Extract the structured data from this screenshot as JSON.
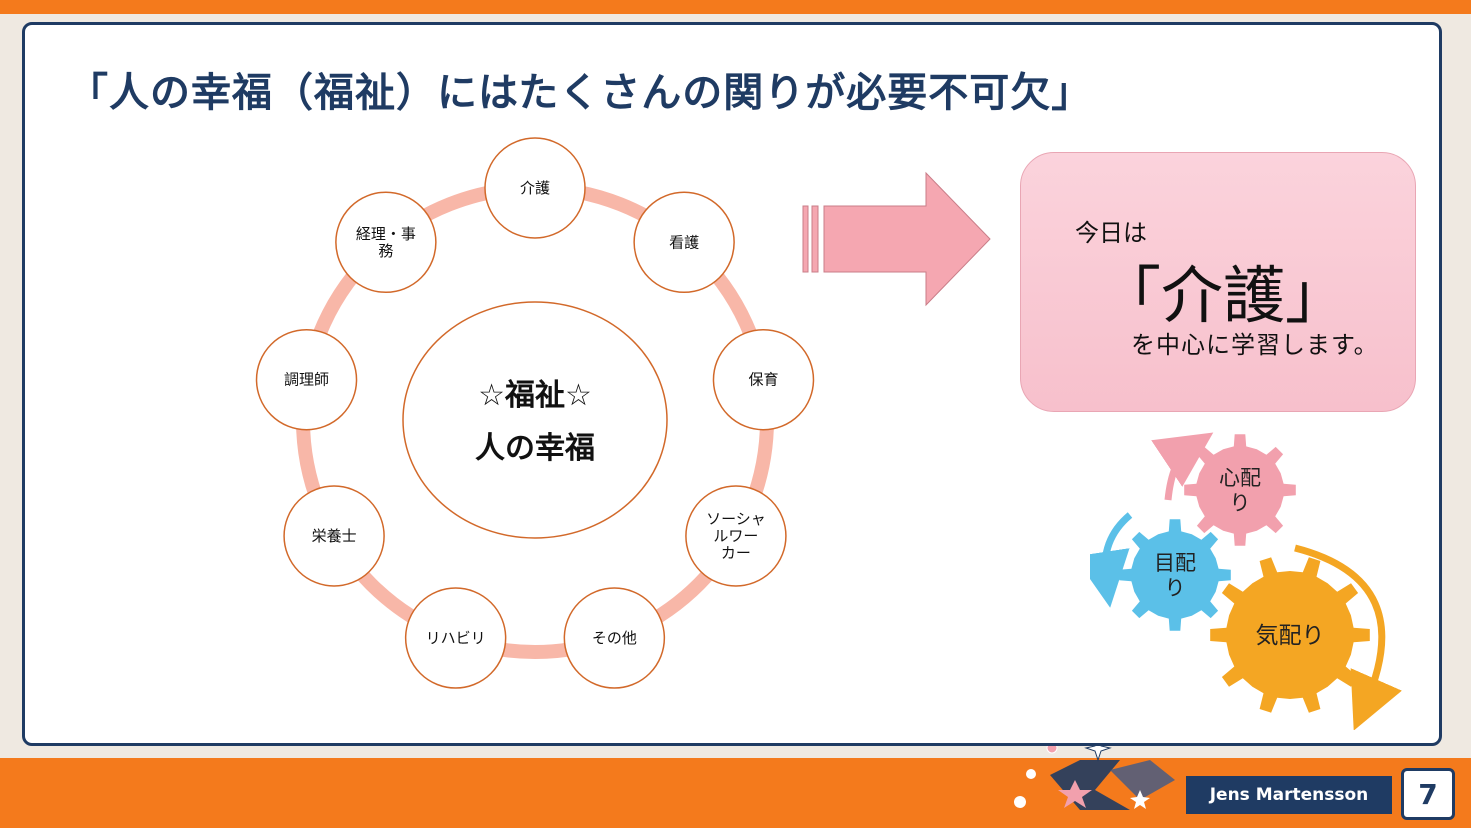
{
  "slide": {
    "title": "「人の幸福（福祉）にはたくさんの関りが必要不可欠」",
    "page_number": "7",
    "presenter": "Jens Martensson"
  },
  "diagram": {
    "center": {
      "line1": "☆福祉☆",
      "line2": "人の幸福"
    },
    "nodes": [
      {
        "lines": [
          "介護"
        ]
      },
      {
        "lines": [
          "看護"
        ]
      },
      {
        "lines": [
          "保育"
        ]
      },
      {
        "lines": [
          "ソーシャ",
          "ルワー",
          "カー"
        ]
      },
      {
        "lines": [
          "その他"
        ]
      },
      {
        "lines": [
          "リハビリ"
        ]
      },
      {
        "lines": [
          "栄養士"
        ]
      },
      {
        "lines": [
          "調理師"
        ]
      },
      {
        "lines": [
          "経理・事",
          "務"
        ]
      }
    ]
  },
  "callout": {
    "today": "今日は",
    "main": "「介護」",
    "rest": "を中心に学習します。"
  },
  "gears": [
    {
      "lines": [
        "心配",
        "り"
      ],
      "color": "#f2a0ad"
    },
    {
      "lines": [
        "目配",
        "り"
      ],
      "color": "#5bc0e8"
    },
    {
      "lines": [
        "気配り"
      ],
      "color": "#f4a623"
    }
  ],
  "colors": {
    "title": "#1f3b63",
    "ring": "#f8b7a8",
    "node_border": "#d2692a",
    "arrow": "#f5a7b1",
    "background": "#f47a1c"
  }
}
